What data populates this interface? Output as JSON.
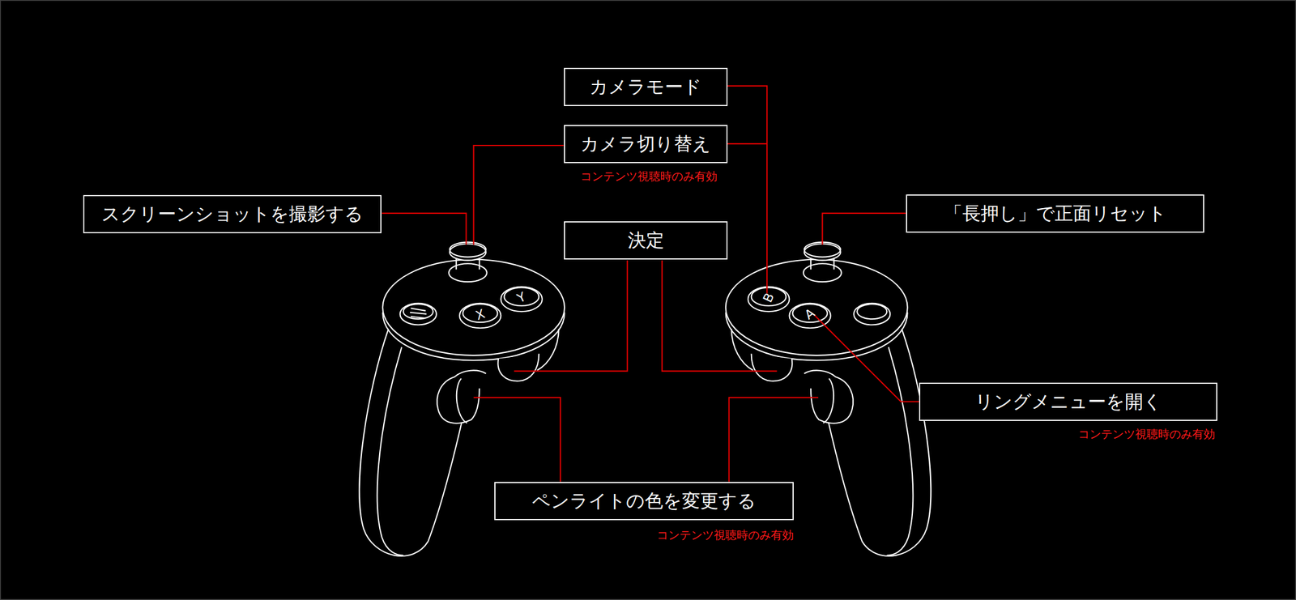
{
  "diagram": {
    "nodes": [
      {
        "text": [
          "カメラモード"
        ]
      },
      {
        "text": [
          "カメラ切り替え"
        ]
      },
      {
        "text": [
          "スクリーンショットを撮影する"
        ]
      },
      {
        "text": [
          "「長押し」で正面リセット"
        ]
      },
      {
        "text": [
          "決定"
        ]
      },
      {
        "text": [
          "リングメニューを開く"
        ]
      },
      {
        "text": [
          "ペンライトの色を変更する"
        ]
      }
    ],
    "labels": [
      "コンテンツ視聴時のみ有効",
      "Y",
      "B",
      "X",
      "A",
      "コンテンツ視聴時のみ有効",
      "コンテンツ視聴時のみ有効"
    ]
  }
}
